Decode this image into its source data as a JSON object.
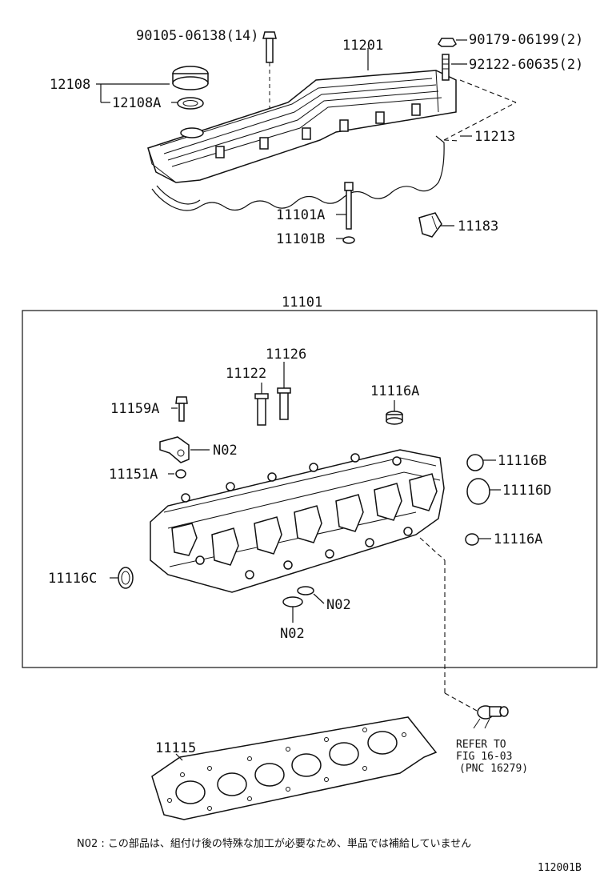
{
  "labels": {
    "bolt_cover": "90105-06138(14)",
    "cover": "11201",
    "nut": "90179-06199(2)",
    "stud": "92122-60635(2)",
    "cap": "12108",
    "cap_gasket": "12108A",
    "cover_gasket": "11213",
    "head_bolt": "11101A",
    "head_washer": "11101B",
    "plug_rubber": "11183",
    "head_assy": "11101",
    "guide_in": "11126",
    "guide_ex": "11122",
    "plug_top": "11116A",
    "bolt_small": "11159A",
    "bracket_n02": "N02",
    "pin": "11151A",
    "plug_b": "11116B",
    "plug_d": "11116D",
    "plug_a2": "11116A",
    "plug_c": "11116C",
    "seal_n02_right": "N02",
    "seal_n02_bottom": "N02",
    "head_gasket": "11115"
  },
  "refer": {
    "line1": "REFER TO",
    "line2": "FIG 16-03",
    "line3": "(PNC 16279)"
  },
  "footnote": "N02 : この部品は、組付け後の特殊な加工が必要なため、単品では補給していません",
  "figure_id": "112001B"
}
